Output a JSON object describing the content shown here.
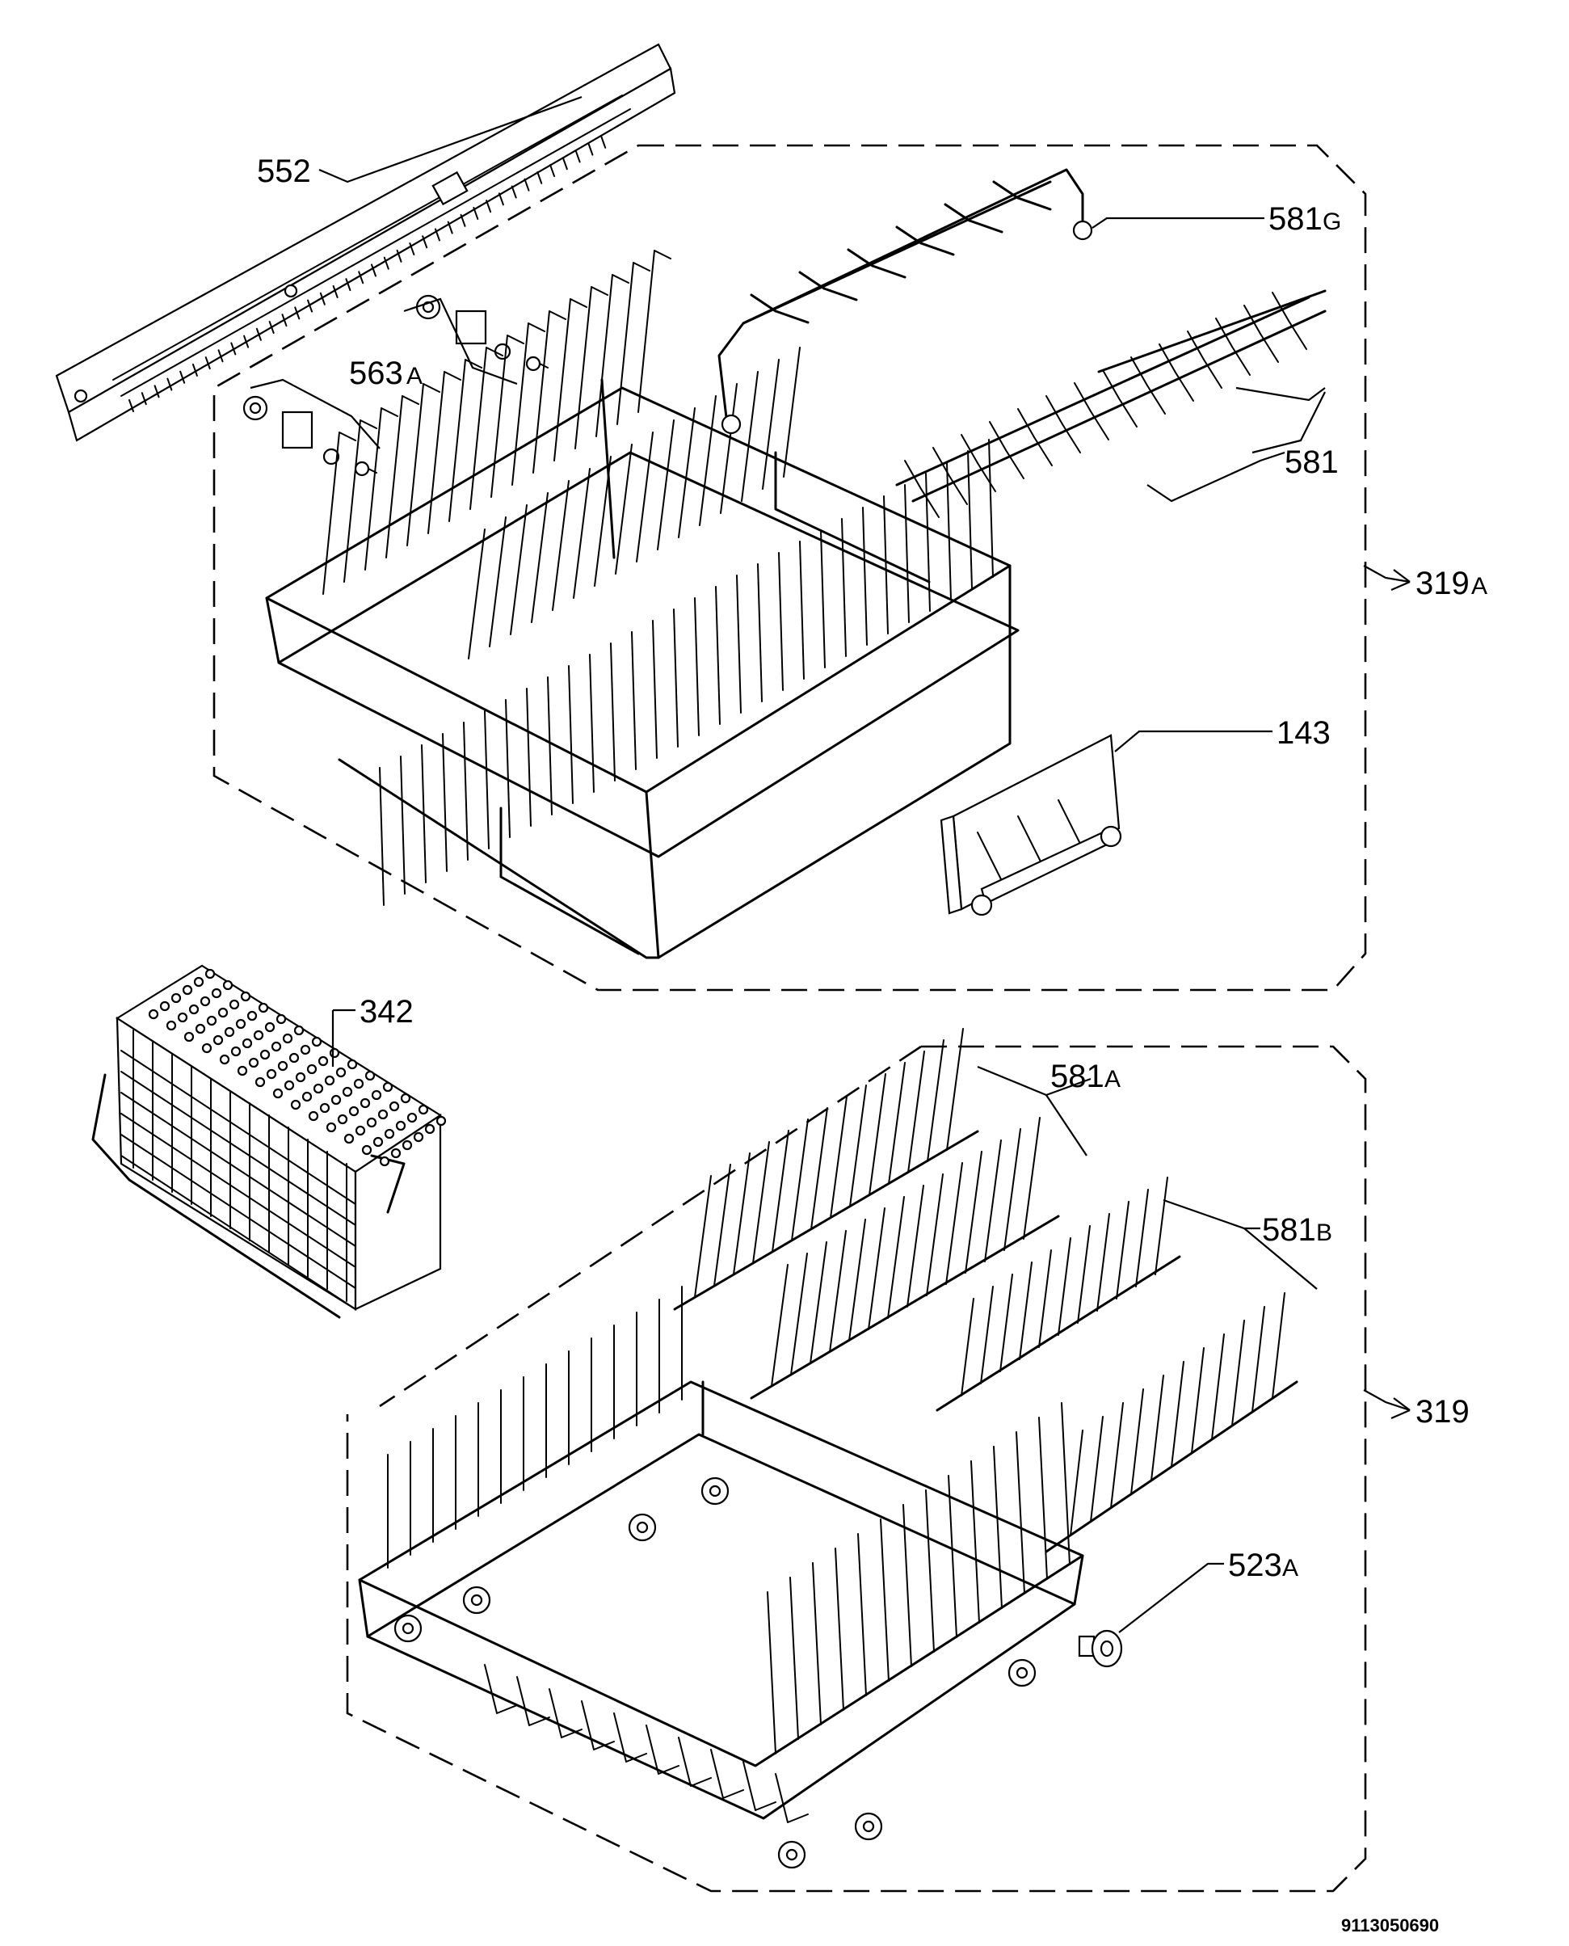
{
  "labels": {
    "l552": "552",
    "l581g": "581",
    "l581g_suffix": "G",
    "l563a": "563",
    "l563a_suffix": "A",
    "l581": "581",
    "l319a": "319",
    "l319a_suffix": "A",
    "l143": "143",
    "l342": "342",
    "l581a": "581",
    "l581a_suffix": "A",
    "l581b": "581",
    "l581b_suffix": "B",
    "l319": "319",
    "l523a": "523",
    "l523a_suffix": "A"
  },
  "document_number": "9113050690"
}
